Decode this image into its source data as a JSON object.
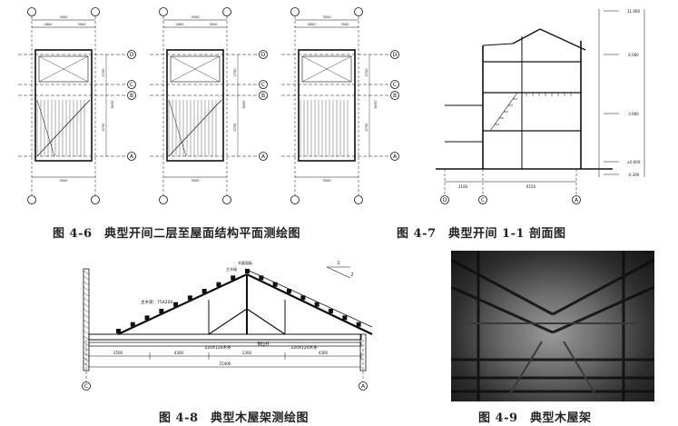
{
  "figures": {
    "fig46": {
      "caption": "图 4-6　典型开间二层至屋面结构平面测绘图",
      "axis_labels": [
        "D",
        "C",
        "B",
        "A"
      ],
      "plan_dims": [
        "2800",
        "3500",
        "3500",
        "2700",
        "6750",
        "9450"
      ]
    },
    "fig47": {
      "caption": "图 4-7　典型开间 1-1 剖面图",
      "axis_labels": [
        "D",
        "C",
        "A"
      ],
      "dims": [
        "3100",
        "6150"
      ],
      "elevations": [
        "11.000",
        "6.000",
        "3.900",
        "±0.000",
        "-0.300"
      ]
    },
    "fig48": {
      "caption": "图 4-8　典型木屋架测绘图",
      "axis_labels": [
        "C",
        "A"
      ],
      "slope": [
        "1",
        "2"
      ],
      "labels": [
        "木屋面板",
        "主木椽",
        "主木梁：75X200",
        "220X120木条",
        "220X120木条",
        "钢拉杆"
      ],
      "dims": [
        "3500",
        "4300",
        "3300",
        "4300",
        "15400"
      ]
    },
    "fig49": {
      "caption": "图 4-9　典型木屋架"
    }
  },
  "colors": {
    "line": "#111111",
    "caption": "#222222",
    "photo_dark": "#151515"
  }
}
